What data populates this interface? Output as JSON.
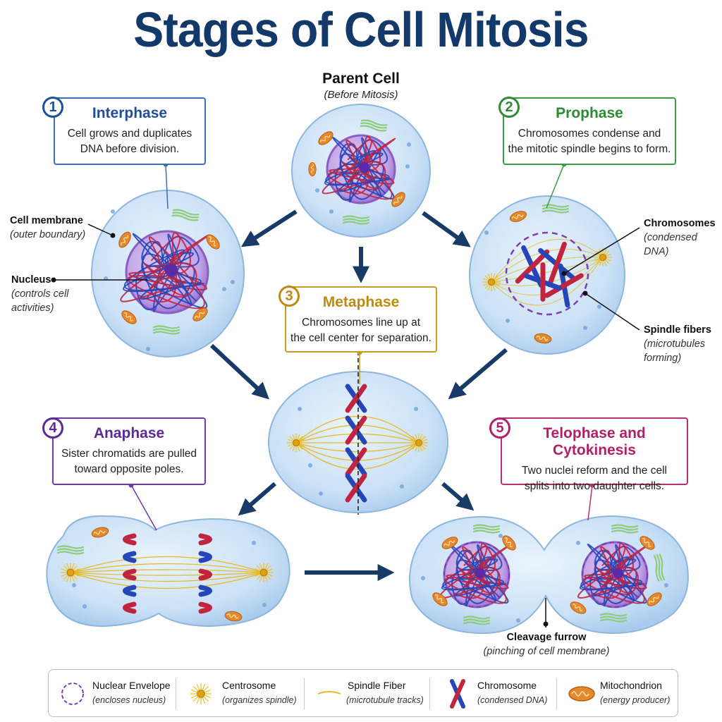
{
  "title": "Stages of Cell Mitosis",
  "parent": {
    "title": "Parent Cell",
    "subtitle": "(Before Mitosis)"
  },
  "stages": [
    {
      "number": "1",
      "name": "Interphase",
      "desc1": "Cell grows and duplicates",
      "desc2": "DNA before division.",
      "color": "#1f4f9c"
    },
    {
      "number": "2",
      "name": "Prophase",
      "desc1": "Chromosomes condense and",
      "desc2": "the mitotic spindle begins to form.",
      "color": "#2e8b36"
    },
    {
      "number": "3",
      "name": "Metaphase",
      "desc1": "Chromosomes line up at",
      "desc2": "the cell center for separation.",
      "color": "#c08a10"
    },
    {
      "number": "4",
      "name": "Anaphase",
      "desc1": "Sister chromatids are pulled",
      "desc2": "toward opposite poles.",
      "color": "#5b2a99"
    },
    {
      "number": "5",
      "name": "Telophase and Cytokinesis",
      "desc1": "Two nuclei reform and the cell",
      "desc2": "splits into two daughter cells.",
      "color": "#b0206a"
    }
  ],
  "labels": {
    "cell_membrane": {
      "name": "Cell membrane",
      "note": "(outer boundary)"
    },
    "nucleus": {
      "name": "Nucleus",
      "note1": "(controls cell",
      "note2": "activities)"
    },
    "chromosomes": {
      "name": "Chromosomes",
      "note1": "(condensed",
      "note2": "DNA)"
    },
    "spindle_fibers": {
      "name": "Spindle fibers",
      "note1": "(microtubules",
      "note2": "forming)"
    },
    "cleavage_furrow": {
      "name": "Cleavage furrow",
      "note": "(pinching of cell membrane)"
    }
  },
  "legend": [
    {
      "name": "Nuclear Envelope",
      "desc": "(encloses nucleus)",
      "icon": "nuclear-envelope-icon"
    },
    {
      "name": "Centrosome",
      "desc": "(organizes spindle)",
      "icon": "centrosome-icon"
    },
    {
      "name": "Spindle Fiber",
      "desc": "(microtubule tracks)",
      "icon": "spindle-fiber-icon"
    },
    {
      "name": "Chromosome",
      "desc": "(condensed DNA)",
      "icon": "chromosome-icon"
    },
    {
      "name": "Mitochondrion",
      "desc": "(energy producer)",
      "icon": "mitochondrion-icon"
    }
  ],
  "colors": {
    "title": "#13396b",
    "arrow": "#173a66",
    "cell_fill": "#cfe3f7",
    "cell_stroke": "#8fb6dc",
    "nucleus": "#b48fdc",
    "chromatin_blue": "#2446b8",
    "chromatin_red": "#c0243e",
    "spindle": "#e8b820",
    "mitochondria": "#e58a2c",
    "er": "#8ccc7a"
  }
}
